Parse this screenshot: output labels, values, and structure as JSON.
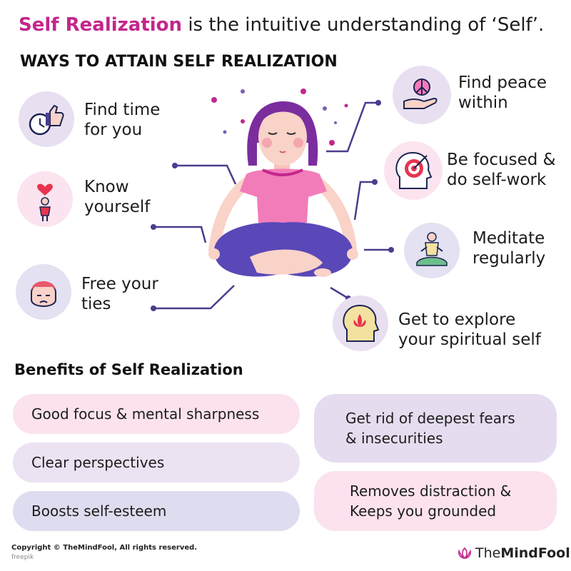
{
  "header": {
    "highlight": "Self Realization",
    "rest": " is the intuitive understanding of ‘Self’."
  },
  "ways": {
    "title": "WAYS TO ATTAIN SELF REALIZATION",
    "items": [
      {
        "line1": "Find time",
        "line2": "for you",
        "icon": "clock-thumbs-up-icon"
      },
      {
        "line1": "Know",
        "line2": "yourself",
        "icon": "person-heart-icon"
      },
      {
        "line1": "Free your",
        "line2": "ties",
        "icon": "stressed-head-icon"
      },
      {
        "line1": "Find peace",
        "line2": "within",
        "icon": "peace-hand-icon"
      },
      {
        "line1": "Be focused &",
        "line2": "do self-work",
        "icon": "target-head-icon"
      },
      {
        "line1": "Meditate",
        "line2": "regularly",
        "icon": "meditating-person-icon"
      },
      {
        "line1": "Get to explore",
        "line2": "your spiritual self",
        "icon": "lotus-head-icon"
      }
    ]
  },
  "benefits": {
    "title": "Benefits of Self Realization",
    "items": [
      {
        "line1": "Good focus & mental sharpness",
        "line2": ""
      },
      {
        "line1": "Clear perspectives",
        "line2": ""
      },
      {
        "line1": "Boosts self-esteem",
        "line2": ""
      },
      {
        "line1": "Get rid of deepest fears",
        "line2": "& insecurities"
      },
      {
        "line1": "Removes distraction &",
        "line2": "Keeps you grounded"
      }
    ]
  },
  "footer": {
    "copyright": "Copyright © TheMindFool, All rights reserved.",
    "credit": "freepik",
    "brand_light": "The",
    "brand_bold": "MindFool"
  },
  "colors": {
    "accent": "#c2278c",
    "pink_bg": "#fbe3ef",
    "lavender_bg": "#e8e0f1"
  }
}
